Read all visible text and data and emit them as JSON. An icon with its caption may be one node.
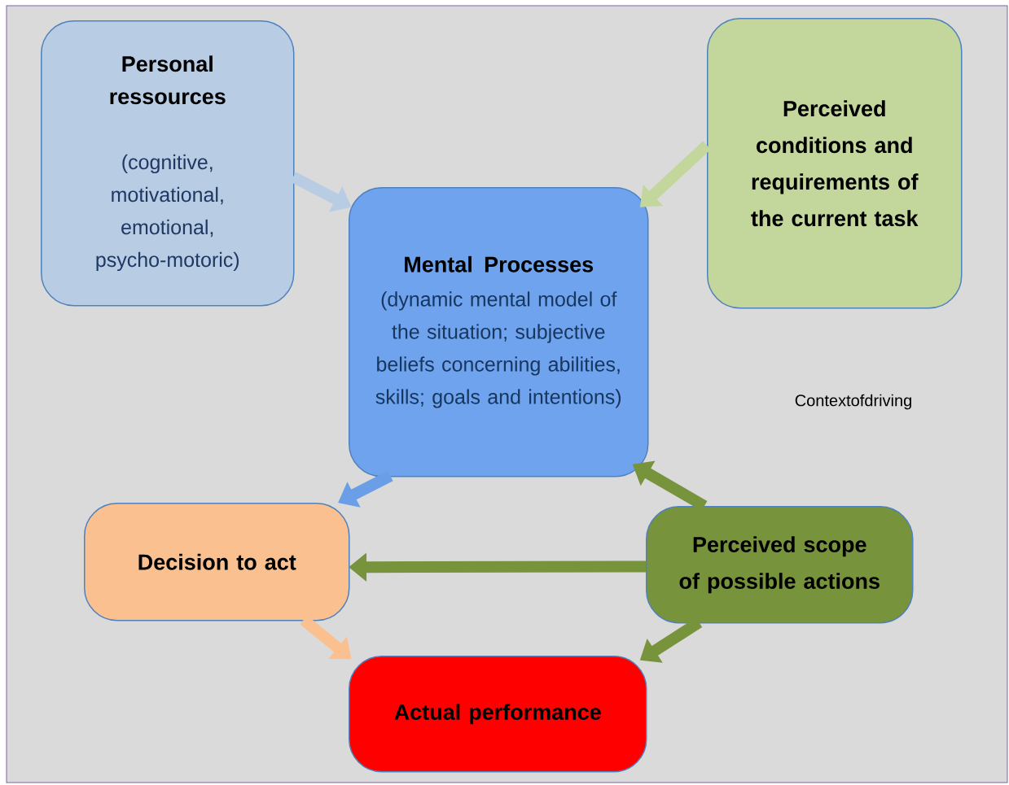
{
  "diagram": {
    "nodes": [
      {
        "text": [
          "Personal ressources",
          "(cognitive, motivational, emotional, psycho-motoric)"
        ]
      },
      {
        "text": [
          "Perceived conditions and requirements of the current task"
        ]
      },
      {
        "text": [
          "Mental Processes",
          "(dynamic mental model of the situation; subjective beliefs concerning abilities, skills; goals and intentions)"
        ]
      },
      {
        "text": [
          "Decision to act"
        ]
      },
      {
        "text": [
          "Perceived scope of possible actions"
        ]
      },
      {
        "text": [
          "Actual performance"
        ]
      }
    ],
    "edges": [
      {
        "from": 0,
        "to": 2,
        "arrow": "to",
        "color": "#b8cce4"
      },
      {
        "from": 1,
        "to": 2,
        "arrow": "to",
        "color": "#c3d69b"
      },
      {
        "from": 2,
        "to": 3,
        "arrow": "to",
        "color": "#6a9ee6"
      },
      {
        "from": 4,
        "to": 2,
        "arrow": "to",
        "color": "#77933c"
      },
      {
        "from": 4,
        "to": 3,
        "arrow": "to",
        "color": "#77933c"
      },
      {
        "from": 3,
        "to": 5,
        "arrow": "to",
        "color": "#fac090"
      },
      {
        "from": 4,
        "to": 5,
        "arrow": "to",
        "color": "#77933c"
      }
    ],
    "labels": [
      "Contextofdriving"
    ]
  }
}
